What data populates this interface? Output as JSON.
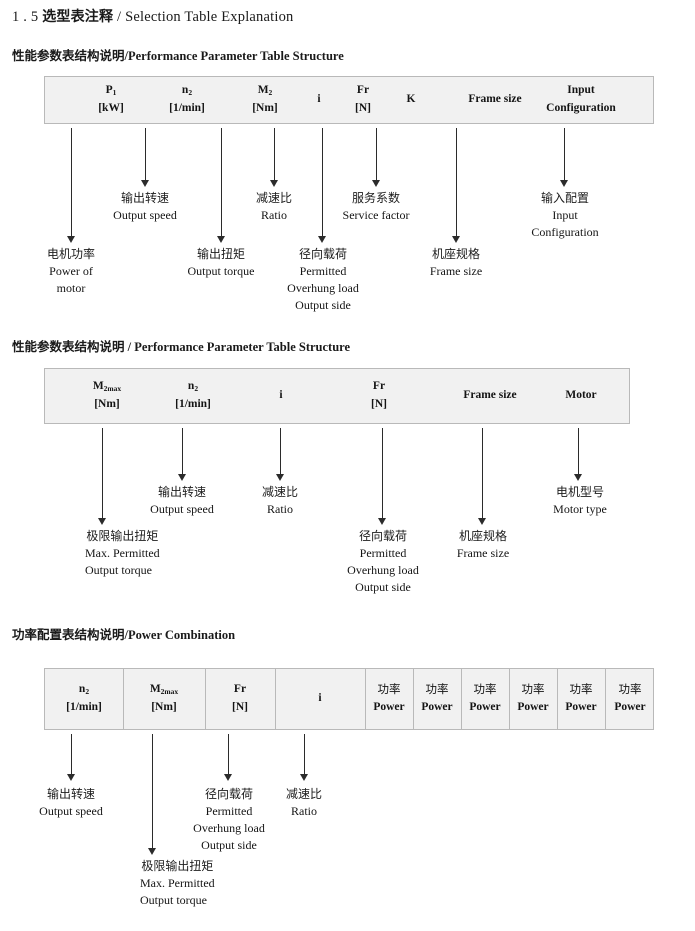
{
  "doc": {
    "section_number": "1 . 5",
    "title_cn": "选型表注释",
    "title_sep": "/",
    "title_en": "Selection Table Explanation"
  },
  "sections": [
    {
      "heading_cn": "性能参数表结构说明",
      "heading_sep": "/",
      "heading_en": "Performance Parameter Table Structure",
      "table": {
        "columns": [
          {
            "symbol": "P",
            "sub": "1",
            "unit": "[kW]"
          },
          {
            "symbol": "n",
            "sub": "2",
            "unit": "[1/min]"
          },
          {
            "symbol": "M",
            "sub": "2",
            "unit": "[Nm]"
          },
          {
            "symbol": "i",
            "sub": "",
            "unit": ""
          },
          {
            "symbol": "Fr",
            "sub": "",
            "unit": "[N]"
          },
          {
            "symbol": "K",
            "sub": "",
            "unit": ""
          },
          {
            "symbol": "Frame size",
            "sub": "",
            "unit": ""
          },
          {
            "symbol": "Input",
            "sub": "",
            "unit": "Configuration"
          }
        ]
      },
      "annotations": [
        {
          "cn": "电机功率",
          "en": [
            "Power of",
            "motor"
          ]
        },
        {
          "cn": "输出转速",
          "en": [
            "Output speed"
          ]
        },
        {
          "cn": "输出扭矩",
          "en": [
            "Output torque"
          ]
        },
        {
          "cn": "减速比",
          "en": [
            "Ratio"
          ]
        },
        {
          "cn": "径向载荷",
          "en": [
            "Permitted",
            "Overhung load",
            "Output side"
          ]
        },
        {
          "cn": "服务系数",
          "en": [
            "Service factor"
          ]
        },
        {
          "cn": "机座规格",
          "en": [
            "Frame size"
          ]
        },
        {
          "cn": "输入配置",
          "en": [
            "Input",
            "Configuration"
          ]
        }
      ]
    },
    {
      "heading_cn": "性能参数表结构说明",
      "heading_sep": "/",
      "heading_en": "Performance Parameter Table Structure",
      "table": {
        "columns": [
          {
            "symbol": "M",
            "sub": "2max",
            "unit": "[Nm]"
          },
          {
            "symbol": "n",
            "sub": "2",
            "unit": "[1/min]"
          },
          {
            "symbol": "i",
            "sub": "",
            "unit": ""
          },
          {
            "symbol": "Fr",
            "sub": "",
            "unit": "[N]"
          },
          {
            "symbol": "Frame size",
            "sub": "",
            "unit": ""
          },
          {
            "symbol": "Motor",
            "sub": "",
            "unit": ""
          }
        ]
      },
      "annotations": [
        {
          "cn": "极限输出扭矩",
          "en": [
            "Max. Permitted",
            "Output  torque"
          ]
        },
        {
          "cn": "输出转速",
          "en": [
            "Output speed"
          ]
        },
        {
          "cn": "减速比",
          "en": [
            "Ratio"
          ]
        },
        {
          "cn": "径向载荷",
          "en": [
            "Permitted",
            "Overhung load",
            "Output side"
          ]
        },
        {
          "cn": "机座规格",
          "en": [
            "Frame size"
          ]
        },
        {
          "cn": "电机型号",
          "en": [
            "Motor type"
          ]
        }
      ]
    },
    {
      "heading_cn": "功率配置表结构说明",
      "heading_sep": "/",
      "heading_en": "Power Combination",
      "table": {
        "columns": [
          {
            "symbol": "n",
            "sub": "2",
            "unit": "[1/min]"
          },
          {
            "symbol": "M",
            "sub": "2max",
            "unit": "[Nm]"
          },
          {
            "symbol": "Fr",
            "sub": "",
            "unit": "[N]"
          },
          {
            "symbol": "i",
            "sub": "",
            "unit": ""
          },
          {
            "symbol_cn": "功率",
            "sub": "",
            "unit": "Power"
          },
          {
            "symbol_cn": "功率",
            "sub": "",
            "unit": "Power"
          },
          {
            "symbol_cn": "功率",
            "sub": "",
            "unit": "Power"
          },
          {
            "symbol_cn": "功率",
            "sub": "",
            "unit": "Power"
          },
          {
            "symbol_cn": "功率",
            "sub": "",
            "unit": "Power"
          },
          {
            "symbol_cn": "功率",
            "sub": "",
            "unit": "Power"
          }
        ]
      },
      "annotations": [
        {
          "cn": "输出转速",
          "en": [
            "Output speed"
          ]
        },
        {
          "cn": "极限输出扭矩",
          "en": [
            "Max. Permitted",
            "Output  torque"
          ]
        },
        {
          "cn": "径向载荷",
          "en": [
            "Permitted",
            "Overhung load",
            "Output side"
          ]
        },
        {
          "cn": "减速比",
          "en": [
            "Ratio"
          ]
        }
      ]
    }
  ]
}
